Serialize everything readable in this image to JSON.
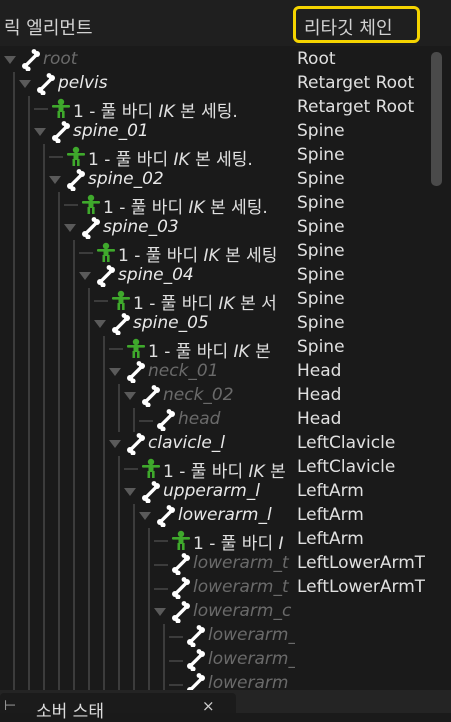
{
  "header": {
    "left_title": "릭 엘리먼트",
    "right_title": "리타깃 체인"
  },
  "rows": [
    {
      "kind": "bone",
      "name": "root",
      "chain": "Root",
      "dim": true,
      "arrow": true
    },
    {
      "kind": "bone",
      "name": "pelvis",
      "chain": "Retarget Root",
      "dim": false,
      "arrow": true
    },
    {
      "kind": "goal",
      "prefix": "1 - 풀 바디 ",
      "em": "IK",
      "suffix": " 본 세팅.",
      "chain": "Retarget Root"
    },
    {
      "kind": "bone",
      "name": "spine_01",
      "chain": "Spine",
      "dim": false,
      "arrow": true
    },
    {
      "kind": "goal",
      "prefix": "1 - 풀 바디 ",
      "em": "IK",
      "suffix": " 본 세팅.",
      "chain": "Spine"
    },
    {
      "kind": "bone",
      "name": "spine_02",
      "chain": "Spine",
      "dim": false,
      "arrow": true
    },
    {
      "kind": "goal",
      "prefix": "1 - 풀 바디 ",
      "em": "IK",
      "suffix": " 본 세팅.",
      "chain": "Spine"
    },
    {
      "kind": "bone",
      "name": "spine_03",
      "chain": "Spine",
      "dim": false,
      "arrow": true
    },
    {
      "kind": "goal",
      "prefix": "1 - 풀 바디 ",
      "em": "IK",
      "suffix": " 본 세팅",
      "chain": "Spine"
    },
    {
      "kind": "bone",
      "name": "spine_04",
      "chain": "Spine",
      "dim": false,
      "arrow": true
    },
    {
      "kind": "goal",
      "prefix": "1 - 풀 바디 ",
      "em": "IK",
      "suffix": " 본 서",
      "chain": "Spine"
    },
    {
      "kind": "bone",
      "name": "spine_05",
      "chain": "Spine",
      "dim": false,
      "arrow": true
    },
    {
      "kind": "goal",
      "prefix": "1 - 풀 바디 ",
      "em": "IK",
      "suffix": " 본",
      "chain": "Spine"
    },
    {
      "kind": "bone",
      "name": "neck_01",
      "chain": "Head",
      "dim": true,
      "arrow": true
    },
    {
      "kind": "bone",
      "name": "neck_02",
      "chain": "Head",
      "dim": true,
      "arrow": true
    },
    {
      "kind": "bone",
      "name": "head",
      "chain": "Head",
      "dim": true,
      "arrow": false
    },
    {
      "kind": "bone",
      "name": "clavicle_l",
      "chain": "LeftClavicle",
      "dim": false,
      "arrow": true
    },
    {
      "kind": "goal",
      "prefix": "1 - 풀 바디 ",
      "em": "IK",
      "suffix": " 본",
      "chain": "LeftClavicle"
    },
    {
      "kind": "bone",
      "name": "upperarm_l",
      "chain": "LeftArm",
      "dim": false,
      "arrow": true
    },
    {
      "kind": "bone",
      "name": "lowerarm_l",
      "chain": "LeftArm",
      "dim": false,
      "arrow": true
    },
    {
      "kind": "goal",
      "prefix": "1 - 풀 바디 ",
      "em": "I",
      "suffix": "",
      "chain": "LeftArm"
    },
    {
      "kind": "bone",
      "name": "lowerarm_t",
      "chain": "LeftLowerArmT",
      "dim": true,
      "arrow": false
    },
    {
      "kind": "bone",
      "name": "lowerarm_t",
      "chain": "LeftLowerArmT",
      "dim": true,
      "arrow": false
    },
    {
      "kind": "bone",
      "name": "lowerarm_c",
      "chain": "",
      "dim": true,
      "arrow": true
    },
    {
      "kind": "bone",
      "name": "lowerarm_",
      "chain": "",
      "dim": true,
      "arrow": false
    },
    {
      "kind": "bone",
      "name": "lowerarm_",
      "chain": "",
      "dim": true,
      "arrow": false
    },
    {
      "kind": "bone",
      "name": "lowerarm_",
      "chain": "",
      "dim": true,
      "arrow": false
    }
  ],
  "bottom_tab": {
    "label": "소버 스태",
    "close": "×"
  },
  "colors": {
    "highlight": "#f5d400",
    "goal_icon": "#3fa92c",
    "bone_icon": "#ffffff"
  },
  "icons": [
    "bone-icon",
    "goal-icon",
    "tree-arrow-icon",
    "close-icon",
    "hierarchy-icon"
  ]
}
